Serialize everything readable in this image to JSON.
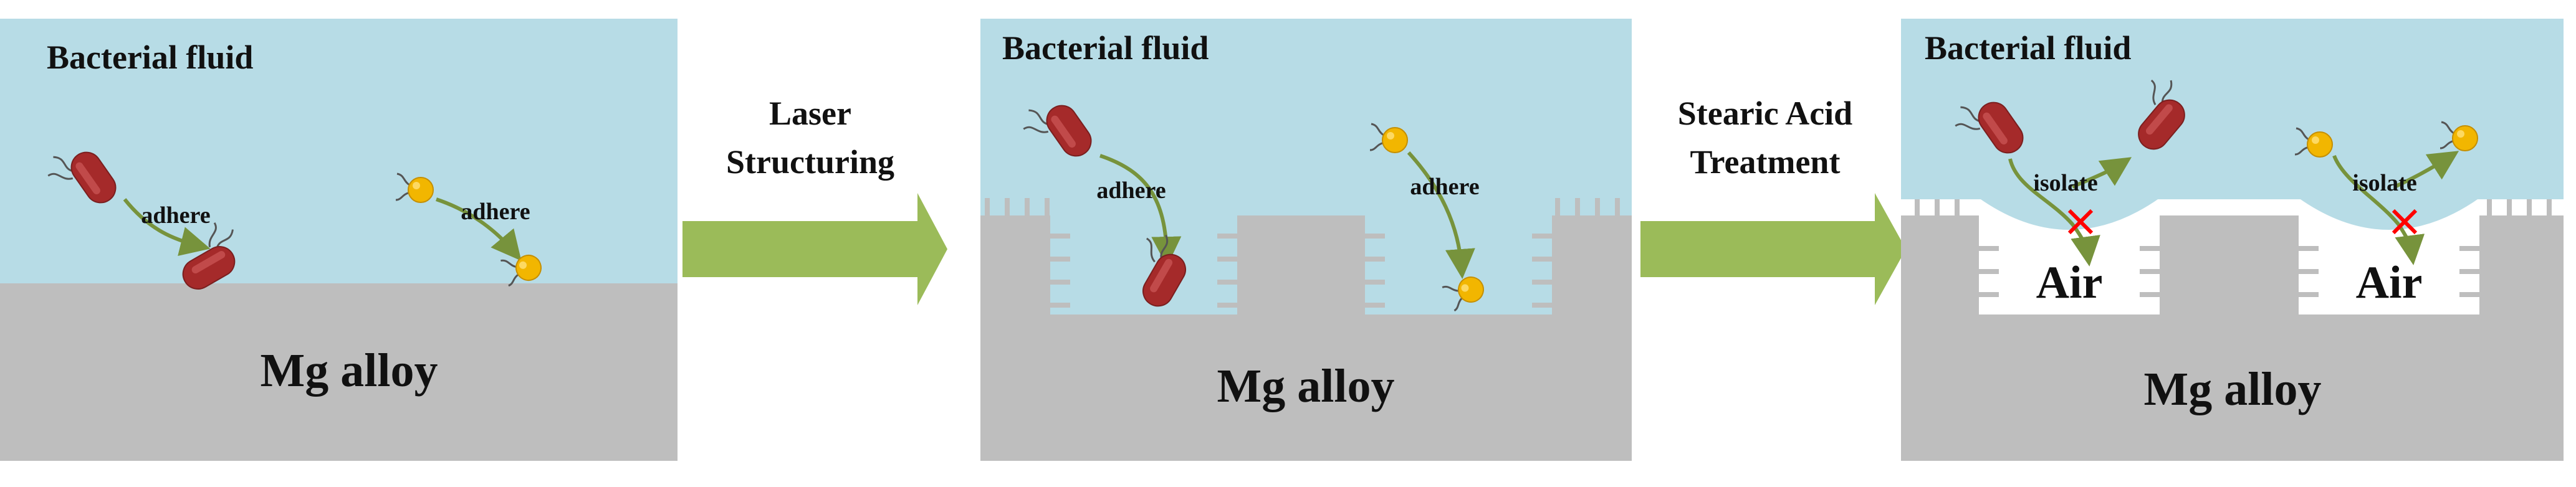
{
  "panels": [
    {
      "fluid_label": "Bacterial fluid",
      "substrate_label": "Mg alloy",
      "rod_label": "adhere",
      "cocci_label": "adhere"
    },
    {
      "fluid_label": "Bacterial fluid",
      "substrate_label": "Mg alloy",
      "rod_label": "adhere",
      "cocci_label": "adhere"
    },
    {
      "fluid_label": "Bacterial fluid",
      "substrate_label": "Mg alloy",
      "rod_label": "isolate",
      "cocci_label": "isolate",
      "air_labels": [
        "Air",
        "Air"
      ]
    }
  ],
  "steps": [
    {
      "line1": "Laser",
      "line2": "Structuring"
    },
    {
      "line1": "Stearic Acid",
      "line2": "Treatment"
    }
  ],
  "colors": {
    "fluid": "#b7dce6",
    "substrate": "#bebebe",
    "process_arrow": "#9bbb59",
    "bacteria_arrow": "#77933c",
    "rod_bacterium": "#a52a2a",
    "coccus_bacterium": "#f2b600",
    "block_mark": "#ff0000",
    "air": "#ffffff"
  },
  "icons": [
    "rod-bacterium-icon",
    "coccus-bacterium-icon",
    "blocked-cross-icon"
  ]
}
